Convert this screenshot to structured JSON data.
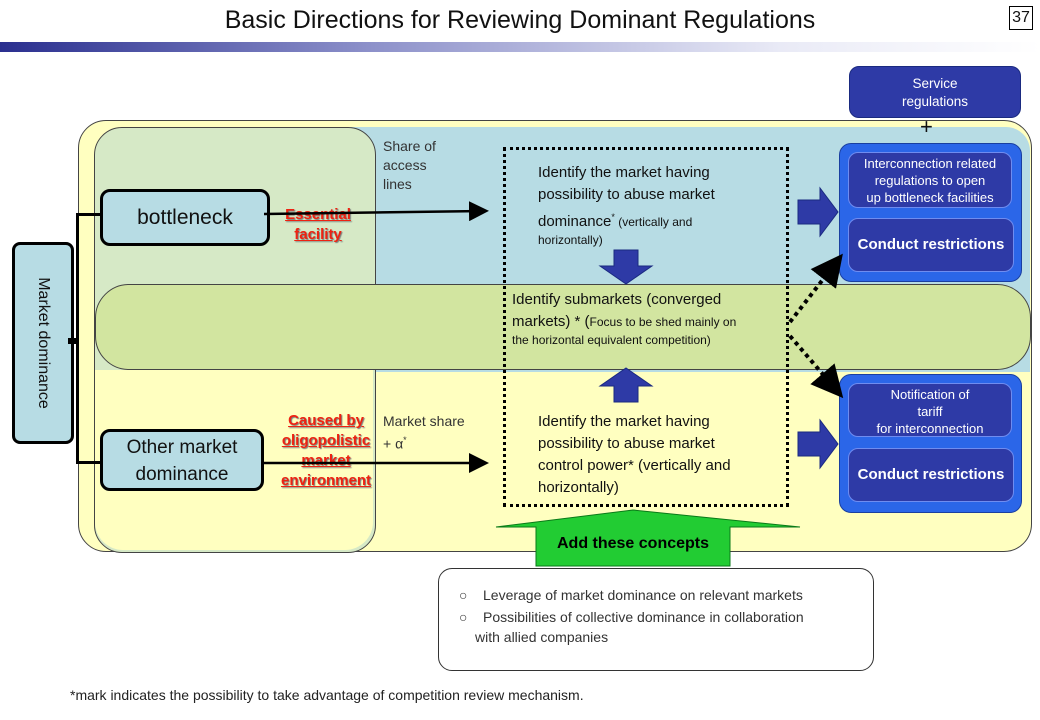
{
  "title": "Basic Directions for Reviewing Dominant Regulations",
  "page_number": "37",
  "left": {
    "market_dominance": "Market dominance",
    "bottleneck": "bottleneck",
    "other_line1": "Other market",
    "other_line2": "dominance",
    "essential_line1": "Essential",
    "essential_line2": "facility",
    "caused_line1": "Caused by",
    "caused_line2": "oligopolistic",
    "caused_line3": "market",
    "caused_line4": "environment"
  },
  "criteria": {
    "share_line1": "Share of",
    "share_line2": "access",
    "share_line3": "lines",
    "market_share_line1": "Market share",
    "market_share_line2": "+ α",
    "market_share_star": "*"
  },
  "center": {
    "top_line1": "Identify the market having",
    "top_line2": "possibility to abuse market",
    "top_line3a": "dominance",
    "top_star": "*",
    "top_line3b": " (vertically and",
    "top_line4": "horizontally)",
    "mid_line1": "Identify submarkets (converged",
    "mid_line2a": "markets) * (",
    "mid_line2b": "Focus to  be shed mainly on",
    "mid_line3": "the horizontal equivalent competition)",
    "bot_line1": "Identify the market having",
    "bot_line2": "possibility to abuse market",
    "bot_line3": "control power* (vertically and",
    "bot_line4": "horizontally)"
  },
  "right": {
    "service_line1": "Service",
    "service_line2": "regulations",
    "plus": "+",
    "interconn_line1": "Interconnection related",
    "interconn_line2": "regulations to open",
    "interconn_line3": "up bottleneck facilities",
    "conduct1": "Conduct restrictions",
    "notif_line1": "Notification of",
    "notif_line2": "tariff",
    "notif_line3": "for interconnection",
    "conduct2": "Conduct restrictions"
  },
  "add_concepts": "Add these concepts",
  "leverage": {
    "bullet": "○",
    "item1": "Leverage of market dominance on relevant markets",
    "item2_line1": "Possibilities of collective dominance in collaboration",
    "item2_line2": "with allied companies"
  },
  "footnote": "*mark indicates the possibility to take advantage of competition review mechanism.",
  "colors": {
    "yellow_bg": "#ffffc0",
    "blue_bg": "#b7dce4",
    "green_band": "#d2e5a0",
    "left_panel": "#d6e9c6",
    "navy_box": "#2e3aa6",
    "bright_blue": "#2b66e8",
    "accent_red": "#e21111",
    "add_green": "#22cc33"
  }
}
